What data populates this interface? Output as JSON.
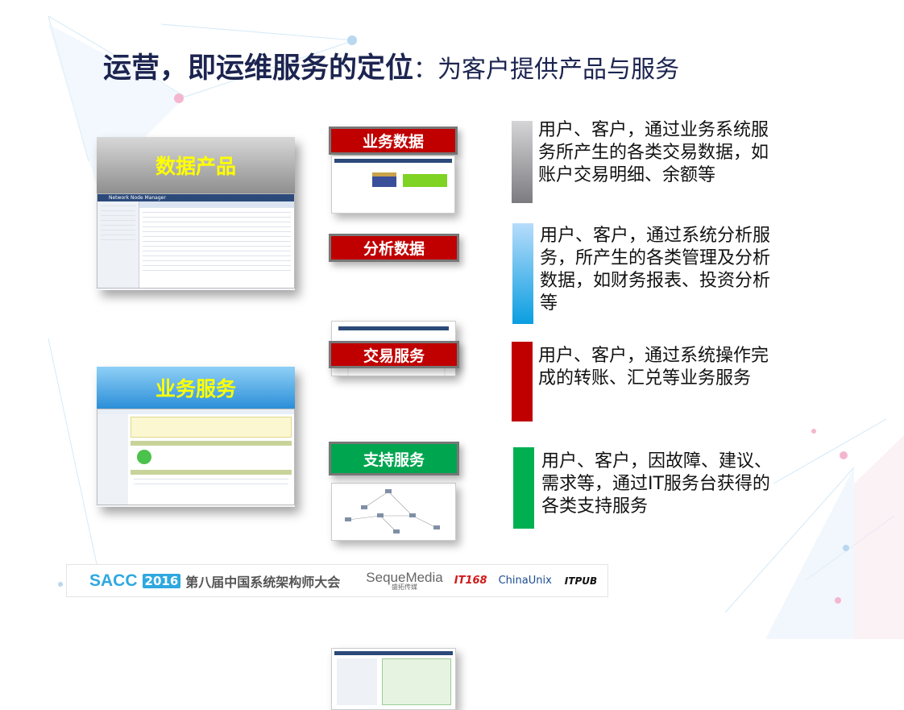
{
  "title": {
    "bold": "运营，即运维服务的定位",
    "normal": "：为客户提供产品与服务"
  },
  "left_panels": [
    {
      "label": "数据产品",
      "app_title": "Network Node Manager"
    },
    {
      "label": "业务服务"
    }
  ],
  "cards": [
    {
      "label": "业务数据",
      "color": "#c00000"
    },
    {
      "label": "分析数据",
      "color": "#c00000"
    },
    {
      "label": "交易服务",
      "color": "#c00000"
    },
    {
      "label": "支持服务",
      "color": "#00a550"
    }
  ],
  "descriptions": [
    {
      "text": "用户、客户，通过业务系统服务所产生的各类交易数据，如账户交易明细、余额等",
      "bar_color": "#9a9a9a"
    },
    {
      "text": "用户、客户，通过系统分析服务，所产生的各类管理及分析数据，如财务报表、投资分析等",
      "bar_color": "#4fb0ea"
    },
    {
      "text": "用户、客户，通过系统操作完成的转账、汇兑等业务服务",
      "bar_color": "#c00000"
    },
    {
      "text": "用户、客户，因故障、建议、需求等，通过IT服务台获得的各类支持服务",
      "bar_color": "#00b050"
    }
  ],
  "footer": {
    "sacc": "SACC",
    "year": "2016",
    "conference": "第八届中国系统架构师大会",
    "sponsors": [
      "SequeMedia",
      "盛拓传媒",
      "IT168",
      "ChinaUnix",
      "ITPUB"
    ]
  }
}
